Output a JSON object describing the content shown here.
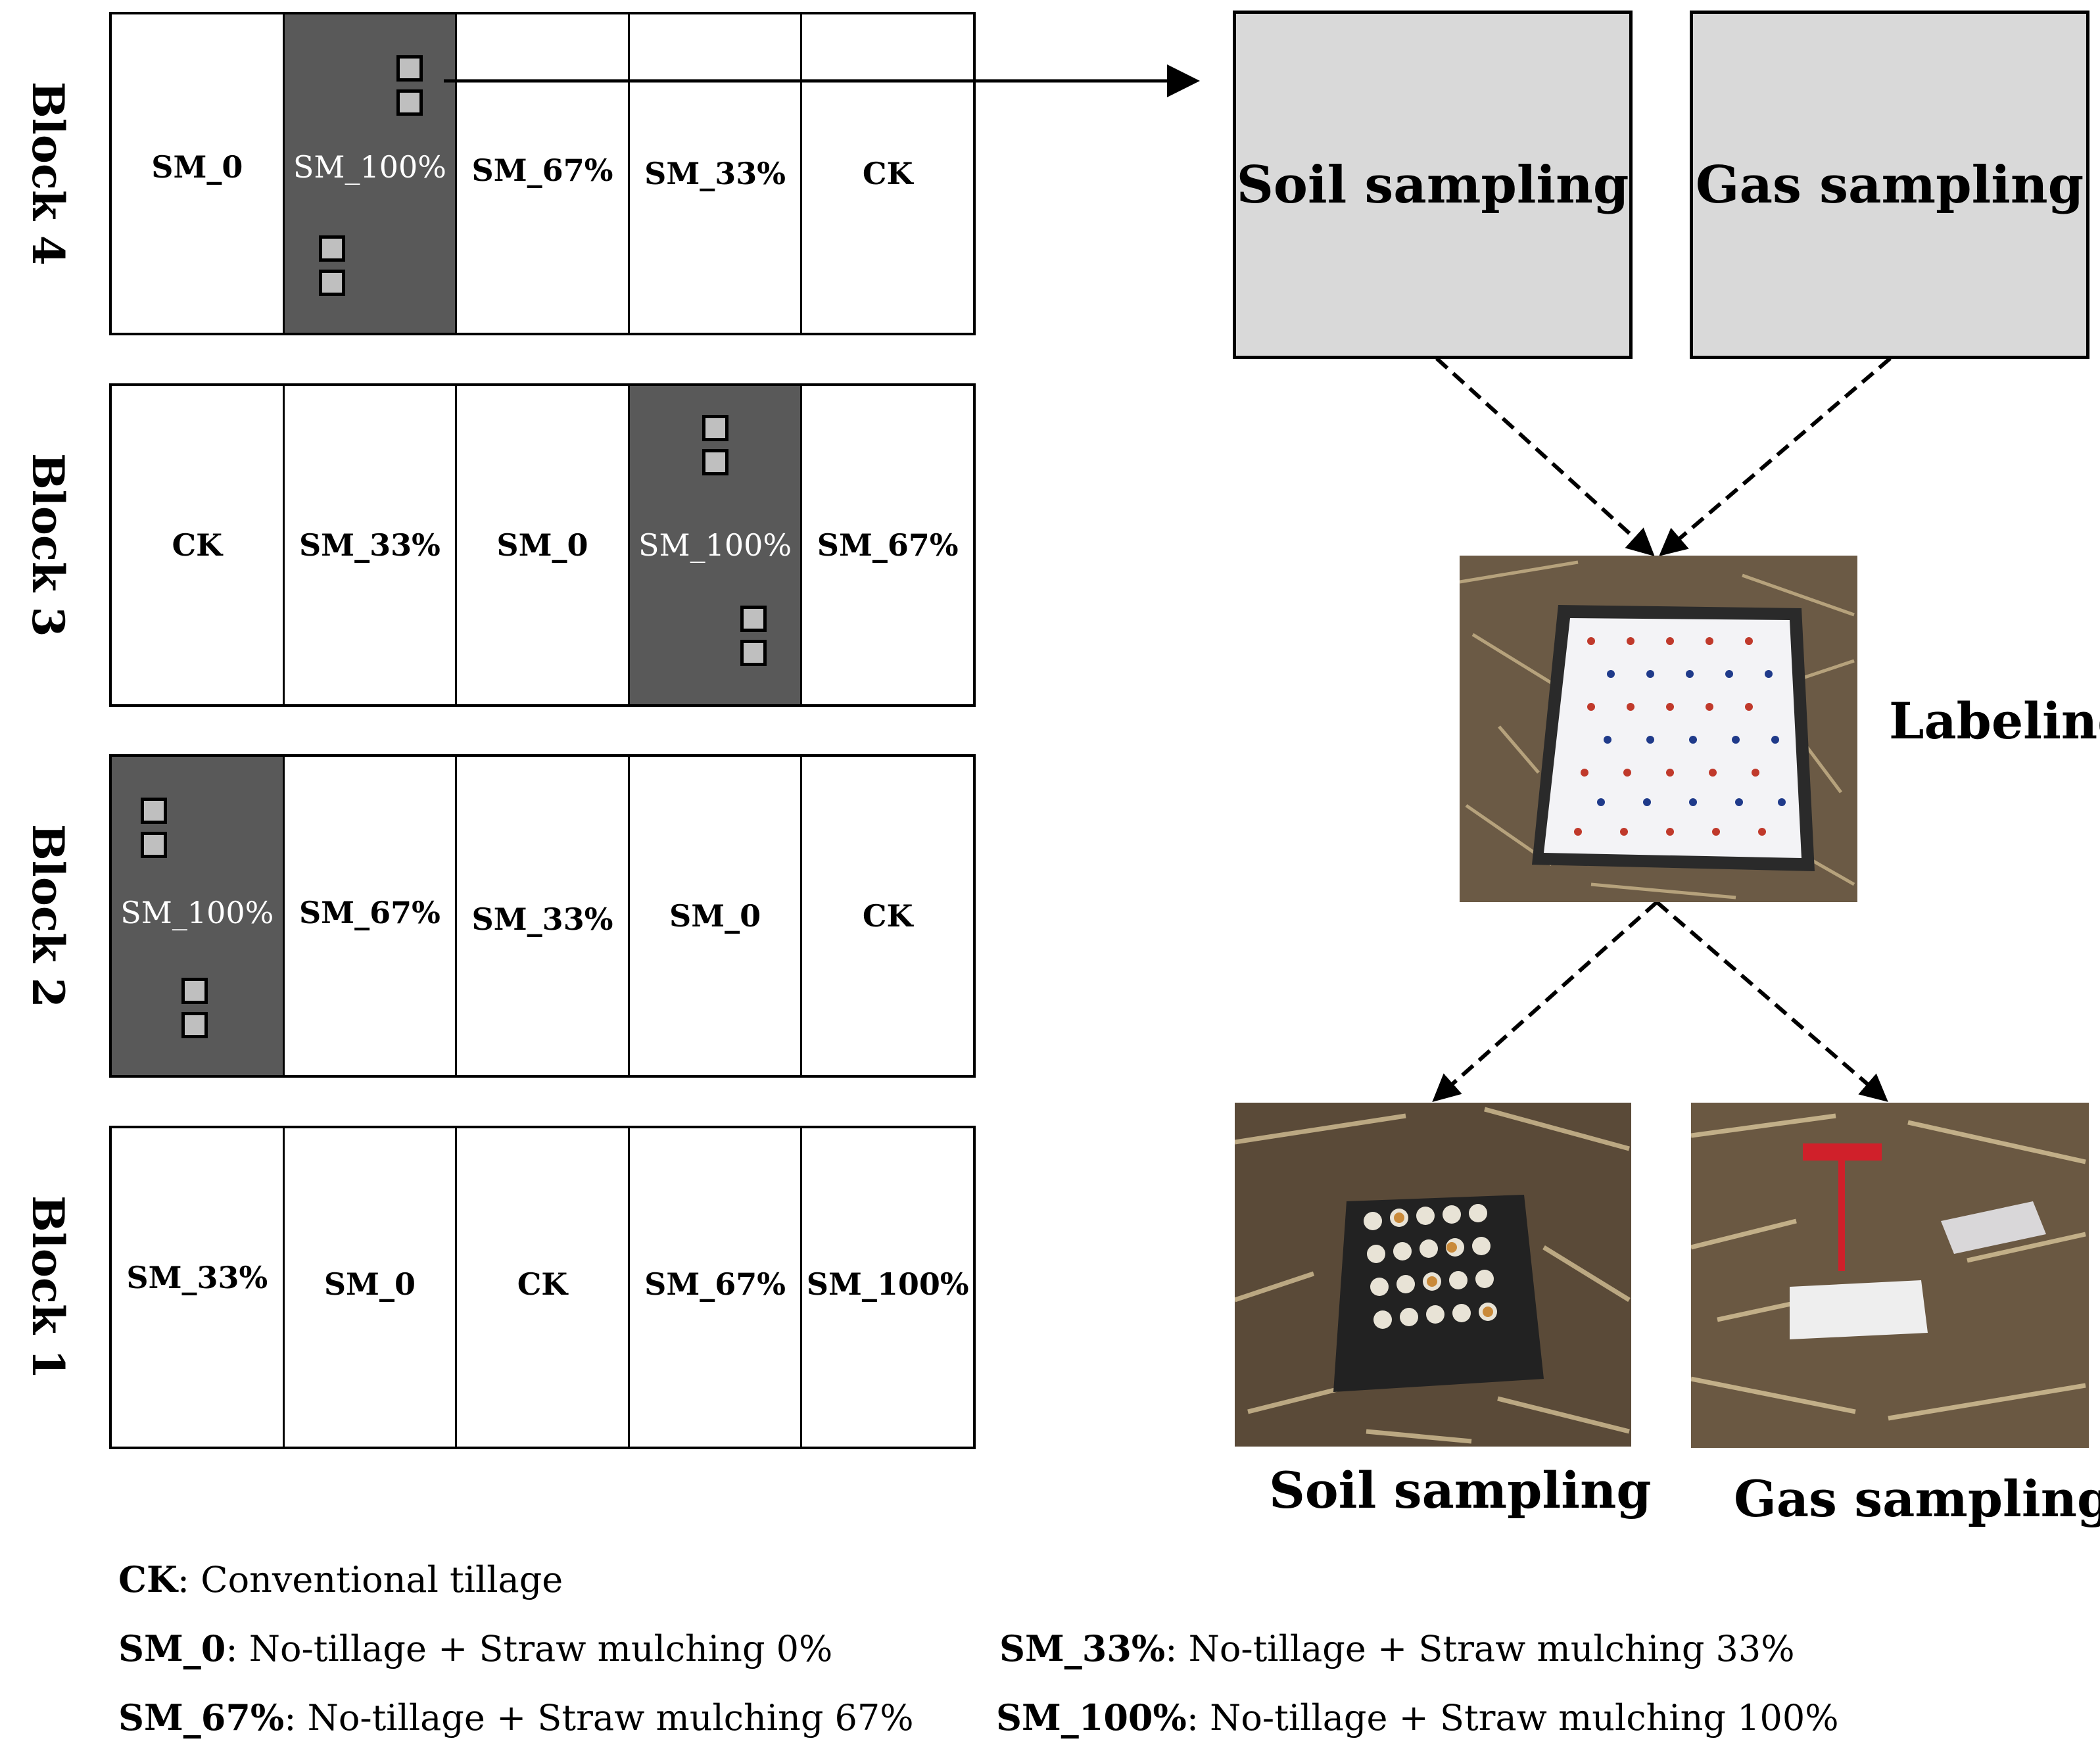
{
  "blocks": [
    {
      "label": "Block 4",
      "plots": [
        "SM_0",
        "SM_100%",
        "SM_67%",
        "SM_33%",
        "CK"
      ]
    },
    {
      "label": "Block 3",
      "plots": [
        "CK",
        "SM_33%",
        "SM_0",
        "SM_100%",
        "SM_67%"
      ]
    },
    {
      "label": "Block 2",
      "plots": [
        "SM_100%",
        "SM_67%",
        "SM_33%",
        "SM_0",
        "CK"
      ]
    },
    {
      "label": "Block 1",
      "plots": [
        "SM_33%",
        "SM_0",
        "CK",
        "SM_67%",
        "SM_100%"
      ]
    }
  ],
  "highlight_treatment": "SM_100%",
  "flow": {
    "soil_sampling": "Soil sampling",
    "gas_sampling": "Gas sampling",
    "labeling": "Labeling",
    "soil_photo_caption": "Soil sampling",
    "gas_photo_caption": "Gas sampling"
  },
  "legend": {
    "ck": {
      "term": "CK",
      "desc": ": Conventional tillage"
    },
    "sm0": {
      "term": "SM_0",
      "desc": ": No-tillage + Straw mulching 0%"
    },
    "sm33": {
      "term": "SM_33%",
      "desc": ": No-tillage + Straw mulching 33%"
    },
    "sm67": {
      "term": "SM_67%",
      "desc": ": No-tillage + Straw mulching 67%"
    },
    "sm100": {
      "term": "SM_100%",
      "desc": ": No-tillage + Straw mulching 100%"
    }
  },
  "colors": {
    "highlight_plot": "#595959",
    "box_fill": "#d9d9d9",
    "chamber_fill": "#bfbfbf"
  }
}
